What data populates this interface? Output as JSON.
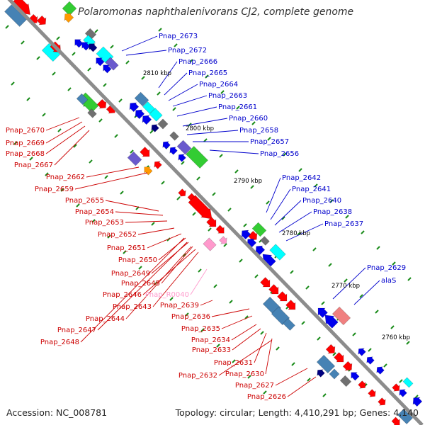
{
  "title": "Polaromonas naphthalenivorans CJ2, complete genome",
  "accession": "Accession: NC_008781",
  "topology": "Topology: circular; Length: 4,410,291 bp; Genes: 4,140",
  "colors": {
    "backbone": "#8c8c8c",
    "tick": "#1a8c1a",
    "plus_strand_label": "#0000cc",
    "minus_strand_label": "#cc0000",
    "rna_label": "#ff99cc",
    "gene_red": "#ff0000",
    "gene_blue": "#0000ee",
    "gene_cyan": "#00ffff",
    "gene_navy": "#000080",
    "gene_steel": "#4682b4",
    "gene_green": "#33cc33",
    "gene_grey": "#707070",
    "gene_orange": "#ff9900",
    "gene_slate": "#6a5acd",
    "gene_pink": "#ff99cc",
    "gene_salmon": "#f08080"
  },
  "kbp_markers": [
    "2810 kbp",
    "2800 kbp",
    "2790 kbp",
    "2780 kbp",
    "2770 kbp",
    "2760 kbp"
  ],
  "genes_plus": [
    "Pnap_2673",
    "Pnap_2672",
    "Pnap_2666",
    "Pnap_2665",
    "Pnap_2664",
    "Pnap_2663",
    "Pnap_2661",
    "Pnap_2660",
    "Pnap_2658",
    "Pnap_2657",
    "Pnap_2656",
    "Pnap_2642",
    "Pnap_2641",
    "Pnap_2640",
    "Pnap_2638",
    "Pnap_2637",
    "Pnap_2629",
    "alaS"
  ],
  "genes_minus": [
    "Pnap_2670",
    "Pnap_2669",
    "Pnap_2668",
    "Pnap_2667",
    "Pnap_2662",
    "Pnap_2659",
    "Pnap_2655",
    "Pnap_2654",
    "Pnap_2653",
    "Pnap_2652",
    "Pnap_2651",
    "Pnap_2650",
    "Pnap_2649",
    "Pnap_2645",
    "Pnap_2646",
    "Pnap_2643",
    "Pnap_2644",
    "Pnap_2647",
    "Pnap_2648",
    "Pnap_2639",
    "Pnap_2636",
    "Pnap_2635",
    "Pnap_2634",
    "Pnap_2633",
    "Pnap_2631",
    "Pnap_2630",
    "Pnap_2632",
    "Pnap_2627",
    "Pnap_2626"
  ],
  "genes_rna": [
    "Pnap_R0040"
  ]
}
